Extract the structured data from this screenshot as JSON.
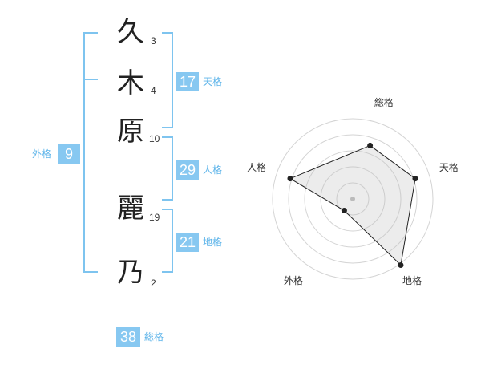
{
  "name_chars": [
    {
      "char": "久",
      "strokes": "3"
    },
    {
      "char": "木",
      "strokes": "4"
    },
    {
      "char": "原",
      "strokes": "10"
    },
    {
      "char": "麗",
      "strokes": "19"
    },
    {
      "char": "乃",
      "strokes": "2"
    }
  ],
  "kaku": {
    "tenkaku": {
      "value": "17",
      "label": "天格"
    },
    "jinkaku": {
      "value": "29",
      "label": "人格"
    },
    "chikaku": {
      "value": "21",
      "label": "地格"
    },
    "gaikaku": {
      "value": "9",
      "label": "外格"
    },
    "soukaku": {
      "value": "38",
      "label": "総格"
    }
  },
  "colors": {
    "accent": "#87c8f1",
    "bracket": "#7ec4ef",
    "label": "#5fb5ea"
  },
  "chart_data": {
    "type": "radar",
    "axes": [
      "総格",
      "天格",
      "地格",
      "外格",
      "人格"
    ],
    "values": [
      0.7,
      0.82,
      1.02,
      0.18,
      0.82
    ],
    "max": 1,
    "rings": 5
  }
}
